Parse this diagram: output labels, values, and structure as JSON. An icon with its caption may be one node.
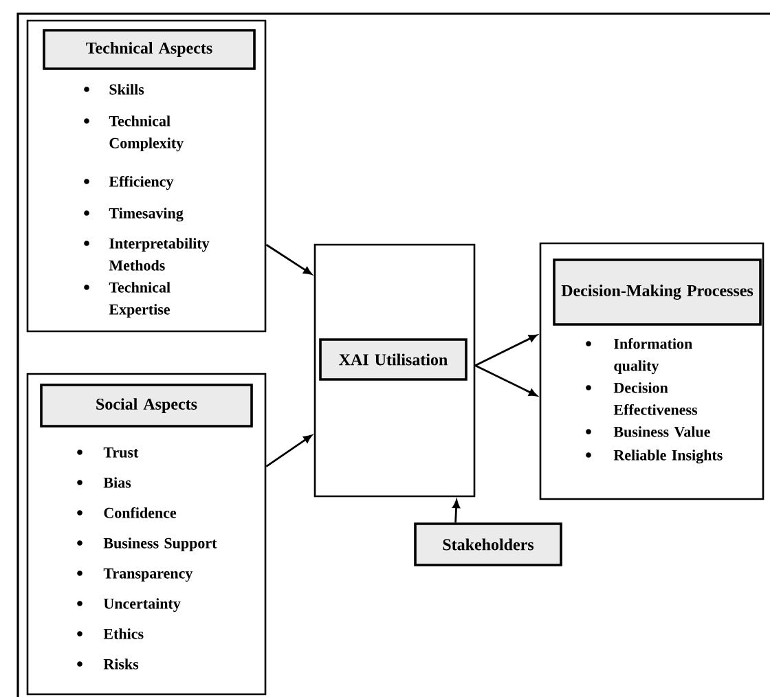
{
  "diagram": {
    "nodes": [
      {
        "text": [
          "Skills",
          "Technical Complexity",
          "Efficiency",
          "Timesaving",
          "Interpretability Methods",
          "Technical Expertise"
        ]
      },
      {
        "text": [
          "Technical Aspects"
        ],
        "in": 0
      },
      {
        "text": [
          "Trust",
          "Bias",
          "Confidence",
          "Business Support",
          "Transparency",
          "Uncertainty",
          "Ethics",
          "Risks"
        ]
      },
      {
        "text": [
          "Social Aspects"
        ],
        "in": 2
      },
      {
        "text": [],
        "shape": "box"
      },
      {
        "text": [
          "XAI Utilisation"
        ],
        "in": 4
      },
      {
        "text": [
          "Information quality",
          "Decision Effectiveness",
          "Business Value",
          "Reliable Insights"
        ]
      },
      {
        "text": [
          "Decision-Making Processes"
        ],
        "in": 6
      },
      {
        "text": [
          "Stakeholders"
        ]
      }
    ],
    "edges": [
      {
        "from": 0,
        "to": 4,
        "arrow": "to"
      },
      {
        "from": 2,
        "to": 4,
        "arrow": "to"
      },
      {
        "from": 4,
        "to": 6,
        "arrow": "to"
      },
      {
        "from": 4,
        "to": 6,
        "arrow": "to"
      },
      {
        "from": 8,
        "to": 4,
        "arrow": "to"
      }
    ]
  }
}
